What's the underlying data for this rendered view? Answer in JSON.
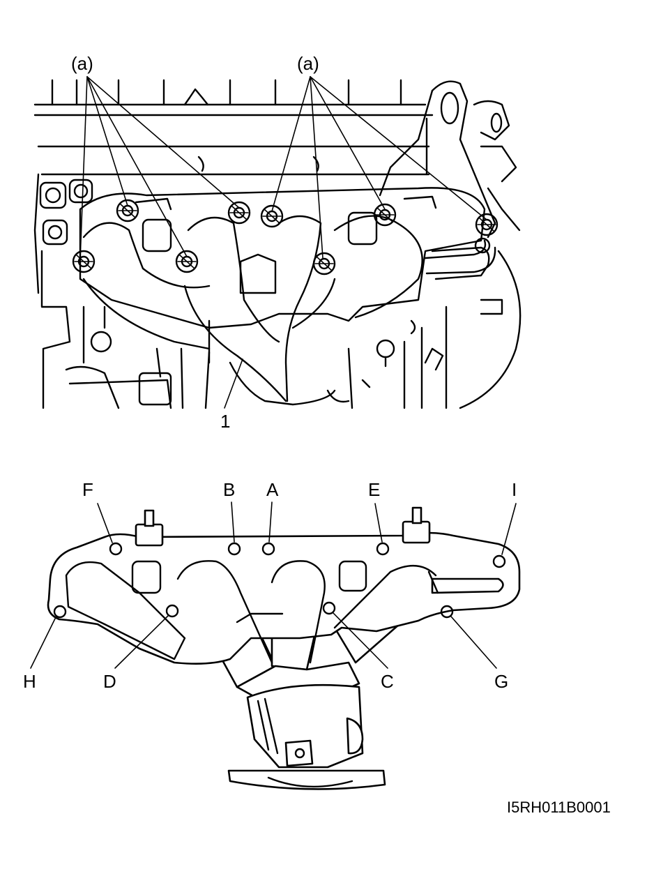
{
  "top_view": {
    "callout_left": "(a)",
    "callout_right": "(a)",
    "part_label": "1"
  },
  "bottom_view": {
    "bolt_labels": {
      "A": "A",
      "B": "B",
      "C": "C",
      "D": "D",
      "E": "E",
      "F": "F",
      "G": "G",
      "H": "H",
      "I": "I"
    }
  },
  "figure_code": "I5RH011B0001",
  "colors": {
    "ink": "#000000",
    "paper": "#ffffff"
  }
}
